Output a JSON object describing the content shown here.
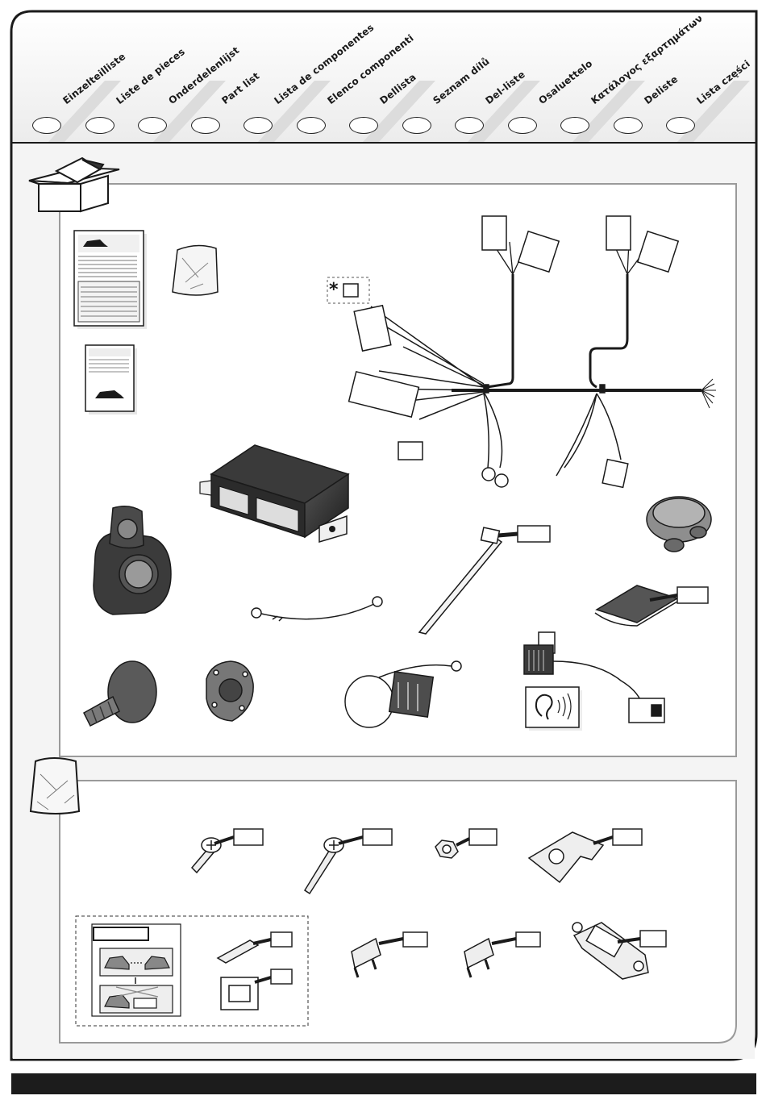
{
  "header": {
    "languages": [
      {
        "label": "Einzelteilliste"
      },
      {
        "label": "Liste de pieces"
      },
      {
        "label": "Onderdelenlijst"
      },
      {
        "label": "Part list"
      },
      {
        "label": "Lista de componentes"
      },
      {
        "label": "Elenco componenti"
      },
      {
        "label": "Dellista"
      },
      {
        "label": "Seznam dílů"
      },
      {
        "label": "Del-liste"
      },
      {
        "label": "Osaluettelo"
      },
      {
        "label": "Κατάλογος εξαρτημάτων"
      },
      {
        "label": "Deliste"
      },
      {
        "label": "Lista części"
      }
    ]
  },
  "box_section": {
    "icon": "cardboard-box-icon",
    "asterisk": "*",
    "parts": [
      "installation-manual-icon",
      "spare-bag-icon",
      "instruction-sheet-icon",
      "control-module-icon",
      "wiring-harness-icon",
      "trailer-socket-icon",
      "ground-cable-icon",
      "cable-tie-icon",
      "rubber-grommet-icon",
      "adhesive-pad-icon",
      "buzzer-icon",
      "socket-seal-icon",
      "socket-gasket-icon",
      "relay-connector-icon",
      "ear-sound-icon"
    ]
  },
  "bag_section": {
    "icon": "hardware-bag-icon",
    "parts": [
      "short-screw-icon",
      "long-screw-icon",
      "nut-icon",
      "mounting-plate-icon",
      "crimp-terminal-icon",
      "two-pin-connector-icon",
      "blade-fuse-icon",
      "mega-fuse-icon",
      "parking-sensor-note-icon"
    ]
  },
  "colors": {
    "ink": "#1a1a1a",
    "panel_border": "#9a9a9a",
    "header_bg": "#f2f2f2"
  }
}
